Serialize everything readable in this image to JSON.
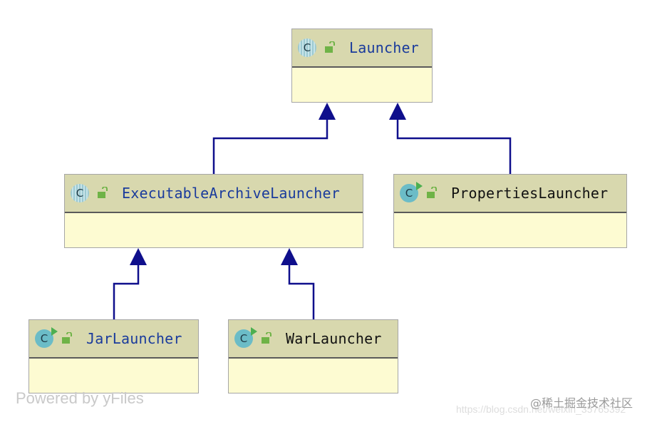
{
  "diagram": {
    "classes": {
      "launcher": {
        "name": "Launcher",
        "kind": "abstract",
        "name_color": "blue"
      },
      "executable": {
        "name": "ExecutableArchiveLauncher",
        "kind": "abstract",
        "name_color": "blue"
      },
      "properties": {
        "name": "PropertiesLauncher",
        "kind": "runnable",
        "name_color": "black"
      },
      "jar": {
        "name": "JarLauncher",
        "kind": "runnable",
        "name_color": "blue"
      },
      "war": {
        "name": "WarLauncher",
        "kind": "runnable",
        "name_color": "black"
      }
    },
    "icon_letter": "C",
    "inheritance": [
      {
        "from": "executable",
        "to": "launcher"
      },
      {
        "from": "properties",
        "to": "launcher"
      },
      {
        "from": "jar",
        "to": "executable"
      },
      {
        "from": "war",
        "to": "executable"
      }
    ],
    "colors": {
      "header": "#d8d8ae",
      "body": "#fdfbd2",
      "arrow": "#0f0f8c",
      "class_name_blue": "#1a3b9c",
      "icon": "#6bbcc7",
      "lock": "#6fb347"
    }
  },
  "footer": {
    "powered_by": "Powered by yFiles",
    "watermark": "@稀土掘金技术社区",
    "url": "https://blog.csdn.net/weixin_35765392"
  }
}
